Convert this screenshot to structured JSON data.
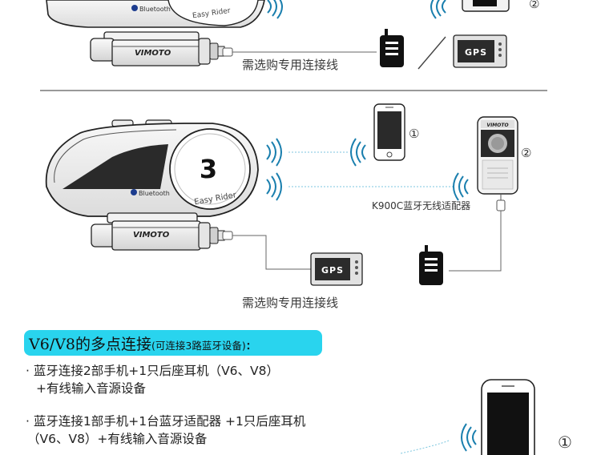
{
  "brand": {
    "bluetooth": "Bluetooth",
    "model_script": "Easy Rider",
    "logo": "VIMOTO"
  },
  "section_top": {
    "cable_label": "需选购专用连接线",
    "gps_label": "GPS",
    "circle_2": "②"
  },
  "section_mid": {
    "device_number": "3",
    "circle_1": "①",
    "circle_2": "②",
    "adapter_label": "K900C蓝牙无线适配器",
    "gps_label": "GPS",
    "cable_label": "需选购专用连接线",
    "adapter_logo": "VIMOTO"
  },
  "heading": {
    "main": "V6/V8的多点连接",
    "sub": "(可连接3路蓝牙设备)",
    "tail": ":"
  },
  "bullets": [
    {
      "line1": "· 蓝牙连接2部手机+1只后座耳机（V6、V8）",
      "line2": "+有线输入音源设备"
    },
    {
      "line1": "· 蓝牙连接1部手机+1台蓝牙适配器 +1只后座耳机",
      "line2": "（V6、V8）+有线输入音源设备"
    }
  ],
  "bottom": {
    "circle_1": "①"
  }
}
